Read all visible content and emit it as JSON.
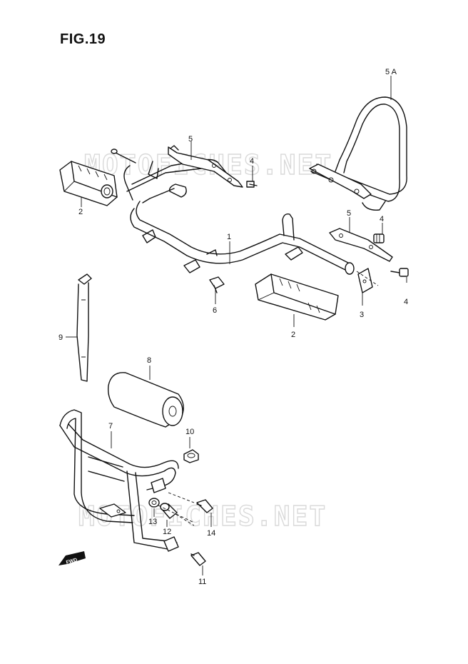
{
  "figure": {
    "title": "FIG.19"
  },
  "watermark": {
    "text": "MOTOFICHES.NET"
  },
  "fwd_label": "FWD",
  "callouts": {
    "c1": "1",
    "c2a": "2",
    "c2b": "2",
    "c3": "3",
    "c4a": "4",
    "c4b": "4",
    "c4c": "4",
    "c5": "5",
    "c5b": "5",
    "c5a": "5 A",
    "c6": "6",
    "c7": "7",
    "c8": "8",
    "c9": "9",
    "c10": "10",
    "c11": "11",
    "c12": "12",
    "c13": "13",
    "c14": "14"
  }
}
